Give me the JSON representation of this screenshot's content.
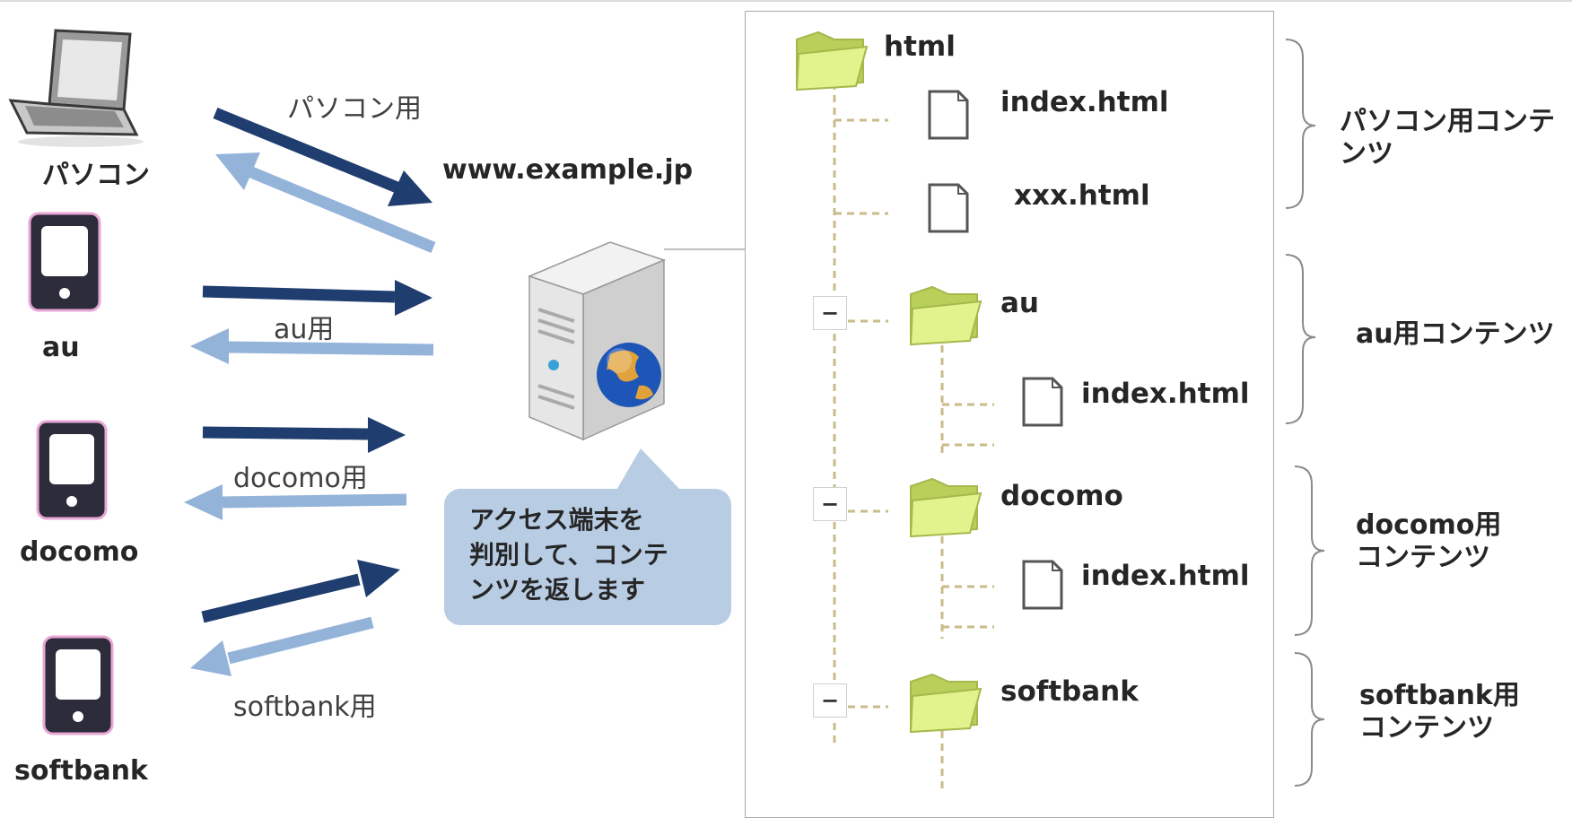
{
  "devices": [
    {
      "label": "パソコン",
      "icon": "laptop-icon"
    },
    {
      "label": "au",
      "icon": "mobile-phone-icon"
    },
    {
      "label": "docomo",
      "icon": "mobile-phone-icon"
    },
    {
      "label": "softbank",
      "icon": "mobile-phone-icon"
    }
  ],
  "arrow_labels": [
    "パソコン用",
    "au用",
    "docomo用",
    "softbank用"
  ],
  "server": {
    "domain": "www.example.jp",
    "icon": "web-server-icon"
  },
  "callout": {
    "line1": "アクセス端末を",
    "line2": "判別して、コンテ",
    "line3": "ンツを返します"
  },
  "tree": {
    "root": "html",
    "root_files": [
      "index.html",
      "xxx.html"
    ],
    "folders": [
      {
        "name": "au",
        "toggle": "−",
        "files": [
          "index.html"
        ]
      },
      {
        "name": "docomo",
        "toggle": "−",
        "files": [
          "index.html"
        ]
      },
      {
        "name": "softbank",
        "toggle": "−",
        "files": []
      }
    ]
  },
  "groups": [
    {
      "line1": "パソコン用コンテ",
      "line2": "ンツ"
    },
    {
      "line1": "au用コンテンツ",
      "line2": ""
    },
    {
      "line1": "docomo用",
      "line2": "コンテンツ"
    },
    {
      "line1": "softbank用",
      "line2": "コンテンツ"
    }
  ],
  "colors": {
    "request_arrow": "#1f3d6e",
    "response_arrow": "#94b3d9",
    "callout_bg": "#b8cde4",
    "folder": "#d8ee7a",
    "tree_line": "#c9bb8a"
  }
}
